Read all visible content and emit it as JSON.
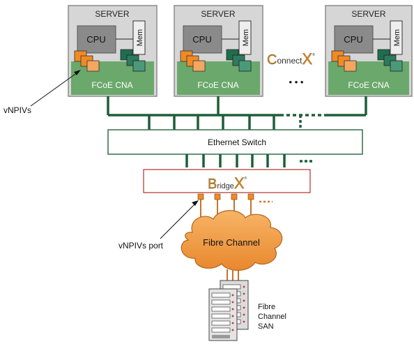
{
  "servers": [
    {
      "title": "SERVER",
      "cpu": "CPU",
      "mem": "Mem",
      "cna": "FCoE CNA"
    },
    {
      "title": "SERVER",
      "cpu": "CPU",
      "mem": "Mem",
      "cna": "FCoE CNA"
    },
    {
      "title": "SERVER",
      "cpu": "CPU",
      "mem": "Mem",
      "cna": "FCoE CNA"
    }
  ],
  "connectx": {
    "first": "C",
    "rest": "onnect",
    "x": "X",
    "mark": "®"
  },
  "bridgex": {
    "first": "B",
    "rest": "ridge",
    "x": "X",
    "mark": "®"
  },
  "switch_label": "Ethernet Switch",
  "vnpivs_label": "vNPIVs",
  "vnpivs_port_label": "vNPIVs port",
  "fibre_channel_label": "Fibre Channel",
  "san_label": [
    "Fibre",
    "Channel",
    "SAN"
  ],
  "ellipsis": "• • •",
  "colors": {
    "server_bg": "#d6d6d6",
    "cpu": "#8a8a8a",
    "cna": "#6ba86b",
    "bus": "#1e5e3a",
    "orange": "#f08a24",
    "teal": "#2e7a5e",
    "cloud": "#f3a24d",
    "bridge_border": "#b03030"
  }
}
